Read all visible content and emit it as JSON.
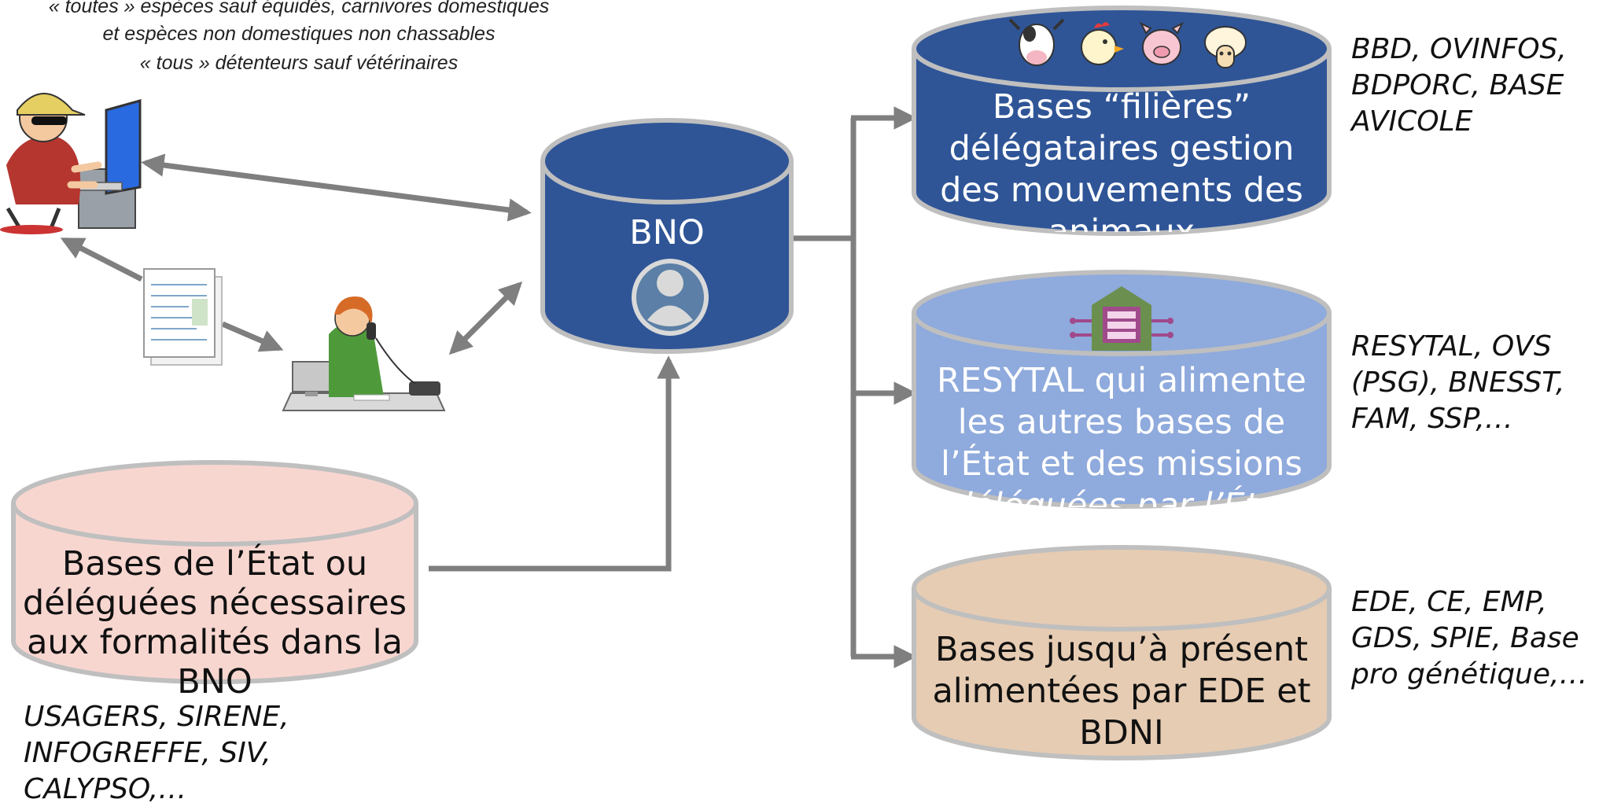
{
  "header": {
    "line1": "« toutes » espèces sauf équidés, carnivores domestiques",
    "line2": "et espèces non domestiques non chassables",
    "line3": "« tous » détenteurs sauf vétérinaires"
  },
  "bno": {
    "label": "BNO"
  },
  "bases_filieres": {
    "label_lines": [
      "Bases “filières”",
      "délégataires gestion",
      "des mouvements des",
      "animaux"
    ],
    "note_lines": [
      "BBD, OVINFOS,",
      "BDPORC, BASE",
      "AVICOLE"
    ]
  },
  "resytal": {
    "label_lines": [
      "RESYTAL qui alimente",
      "les autres bases de",
      "l’État et des missions",
      "déléguées par l’État"
    ],
    "note_lines": [
      "RESYTAL, OVS",
      "(PSG), BNESST,",
      "FAM, SSP,…"
    ]
  },
  "bases_ede": {
    "label_lines": [
      "Bases jusqu’à présent",
      "alimentées par EDE et",
      "BDNI"
    ],
    "note_lines": [
      "EDE, CE, EMP,",
      "GDS, SPIE, Base",
      "pro génétique,…"
    ]
  },
  "bases_etat": {
    "label_lines": [
      "Bases de l’État ou",
      "déléguées nécessaires",
      "aux formalités dans la",
      "BNO"
    ],
    "note_lines": [
      "USAGERS, SIRENE,",
      "INFOGREFFE, SIV,",
      "CALYPSO,…"
    ]
  },
  "colors": {
    "dark_blue": "#2f5597",
    "light_blue": "#8faadc",
    "tan": "#e6ccb3",
    "pink": "#f8d6d0",
    "arrow_gray": "#7f7f7f",
    "cyl_border": "#bfbfbf"
  },
  "icons": [
    "cow-icon",
    "chicken-icon",
    "pig-icon",
    "sheep-icon",
    "server-icon",
    "user-icon",
    "hacker-user-illustration",
    "form-document-icon",
    "secretary-phone-illustration"
  ]
}
